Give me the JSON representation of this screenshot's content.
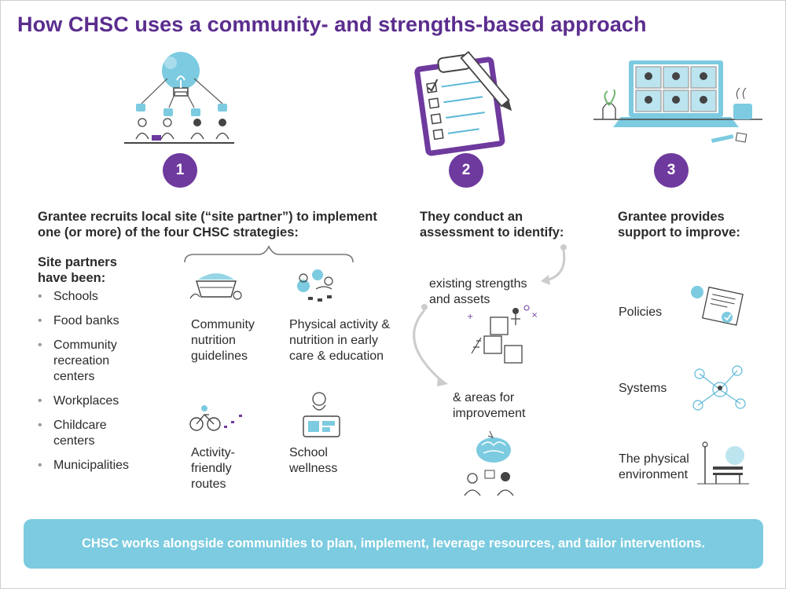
{
  "title": "How CHSC uses a community- and strengths-based approach",
  "steps": [
    {
      "number": "1",
      "heading": "Grantee recruits local site (“site partner”) to implement one (or more) of the four CHSC strategies:"
    },
    {
      "number": "2",
      "heading": "They conduct an assessment to identify:"
    },
    {
      "number": "3",
      "heading": "Grantee provides support to improve:"
    }
  ],
  "site_partners": {
    "heading": "Site partners have been:",
    "items": [
      "Schools",
      "Food banks",
      "Community recreation centers",
      "Workplaces",
      "Childcare centers",
      "Municipalities"
    ]
  },
  "strategies": [
    "Community nutrition guidelines",
    "Physical activity & nutrition in early care & education",
    "Activity-friendly routes",
    "School wellness"
  ],
  "assessment": [
    "existing strengths and assets",
    "& areas for improvement"
  ],
  "support_areas": [
    "Policies",
    "Systems",
    "The physical environment"
  ],
  "banner": "CHSC works alongside communities to plan, implement, leverage resources, and tailor interventions.",
  "colors": {
    "purple": "#6e3a9e",
    "title_purple": "#5b2d8e",
    "light_blue": "#7ccbe0",
    "icon_blue": "#5bb8d6",
    "line_gray": "#555555"
  }
}
